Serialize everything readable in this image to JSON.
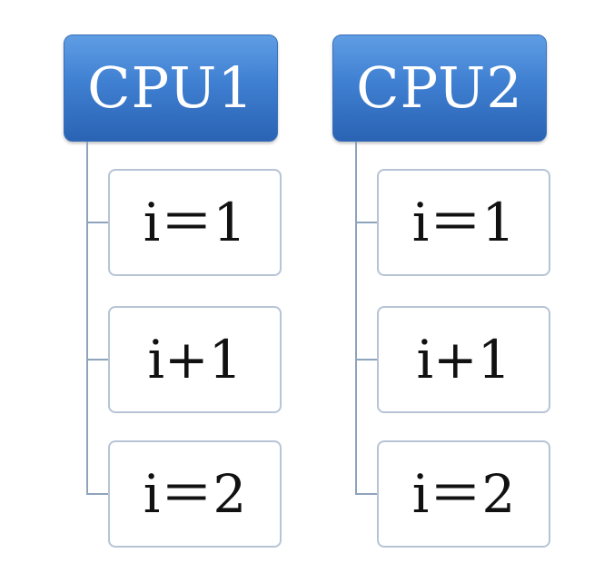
{
  "columns": [
    {
      "header": "CPU1",
      "items": [
        "i＝1",
        "i+1",
        "i＝2"
      ]
    },
    {
      "header": "CPU2",
      "items": [
        "i＝1",
        "i+1",
        "i＝2"
      ]
    }
  ]
}
